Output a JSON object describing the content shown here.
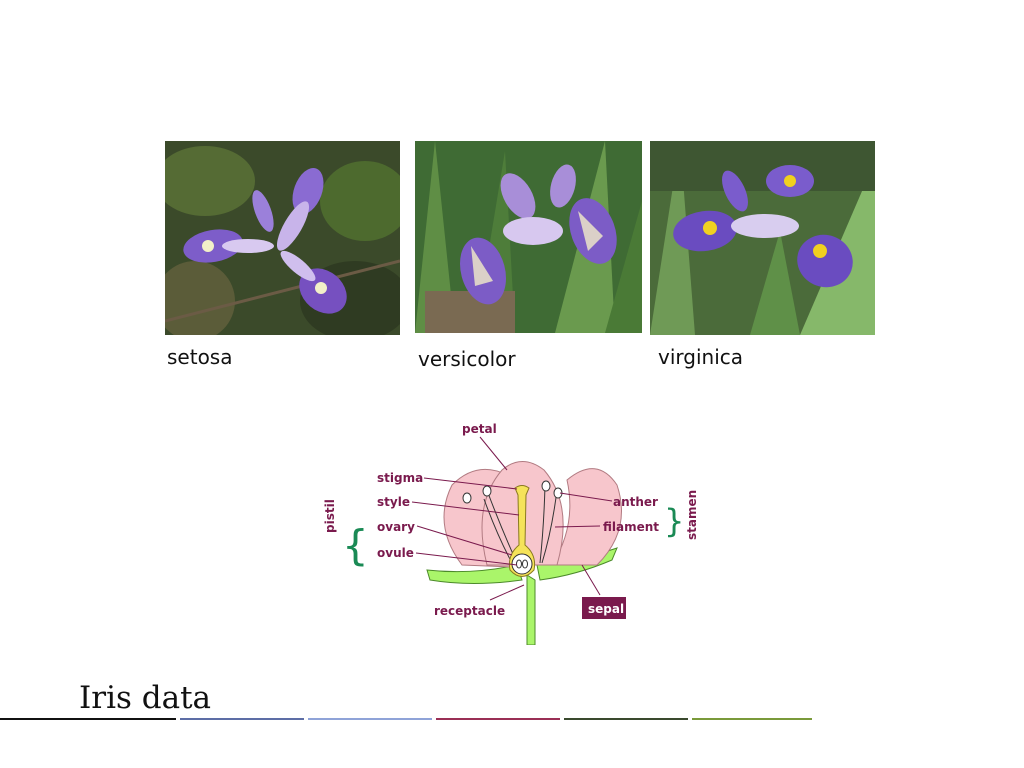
{
  "slide": {
    "title": "Iris data"
  },
  "species": [
    {
      "name": "setosa"
    },
    {
      "name": "versicolor"
    },
    {
      "name": "virginica"
    }
  ],
  "diagram": {
    "labels": {
      "petal": "petal",
      "stigma": "stigma",
      "style": "style",
      "ovary": "ovary",
      "ovule": "ovule",
      "receptacle": "receptacle",
      "anther": "anther",
      "filament": "filament",
      "sepal": "sepal",
      "pistil": "pistil",
      "stamen": "stamen"
    }
  },
  "colors": {
    "petal_fill": "#f7c6cc",
    "stem": "#aaf56a",
    "pistil": "#f5e35a",
    "bracket": "#1a8a55",
    "label_text": "#7a1a4d",
    "sepal_badge": "#7a1a4d",
    "rules": [
      "#111111",
      "#5d6ea6",
      "#8fa3d8",
      "#9a2f55",
      "#3a4a2e",
      "#7a9a3a"
    ]
  }
}
